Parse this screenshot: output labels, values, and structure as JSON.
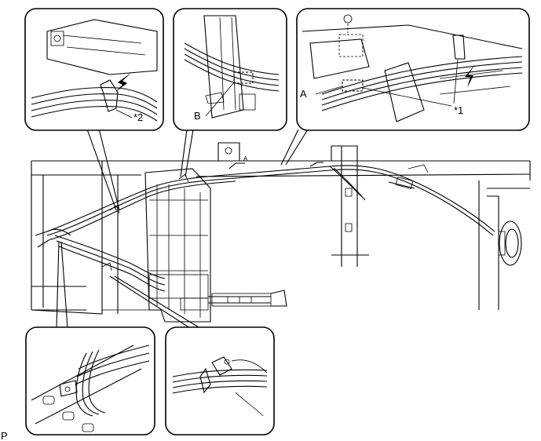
{
  "callouts": {
    "star1": "*1",
    "star2": "*2",
    "a": "A",
    "b": "B",
    "main_a": "A"
  },
  "corner_letter": "P"
}
